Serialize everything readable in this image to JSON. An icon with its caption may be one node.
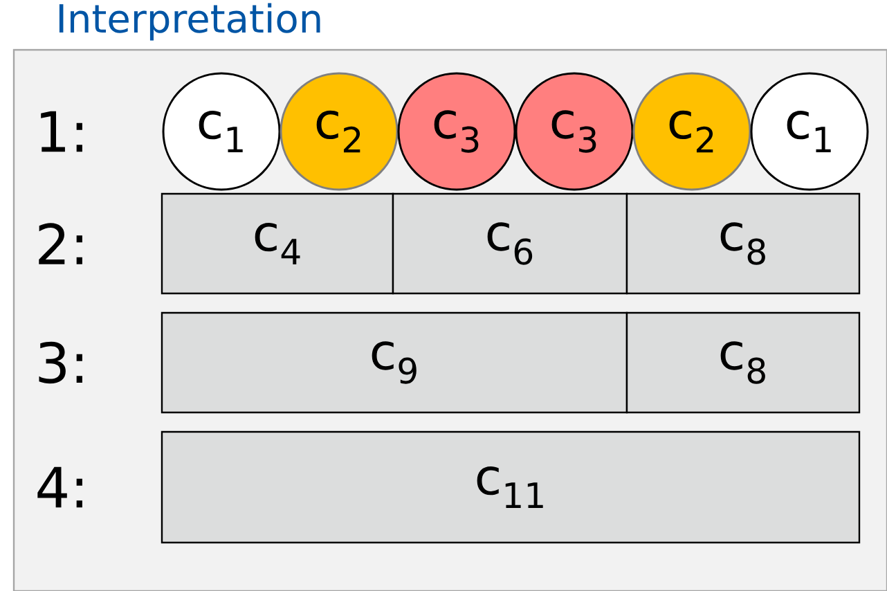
{
  "diagram": {
    "title": "Interpretation",
    "nodes": [
      {
        "text": [
          "c$_{1}$"
        ]
      },
      {
        "text": [
          "c$_{2}$"
        ]
      },
      {
        "text": [
          "c$_{3}$"
        ]
      },
      {
        "text": [
          "c$_{3}$"
        ]
      },
      {
        "text": [
          "c$_{2}$"
        ]
      },
      {
        "text": [
          "c$_{1}$"
        ]
      },
      {
        "text": [
          "c$_{4}$"
        ]
      },
      {
        "text": [
          "c$_{6}$"
        ]
      },
      {
        "text": [
          "c$_{8}$"
        ]
      },
      {
        "text": [
          "c$_{9}$"
        ]
      },
      {
        "text": [
          "c$_{8}$"
        ]
      },
      {
        "text": [
          "c$_{11}$"
        ]
      }
    ],
    "labels": [
      "1:",
      "2:",
      "3:",
      "4:"
    ]
  }
}
